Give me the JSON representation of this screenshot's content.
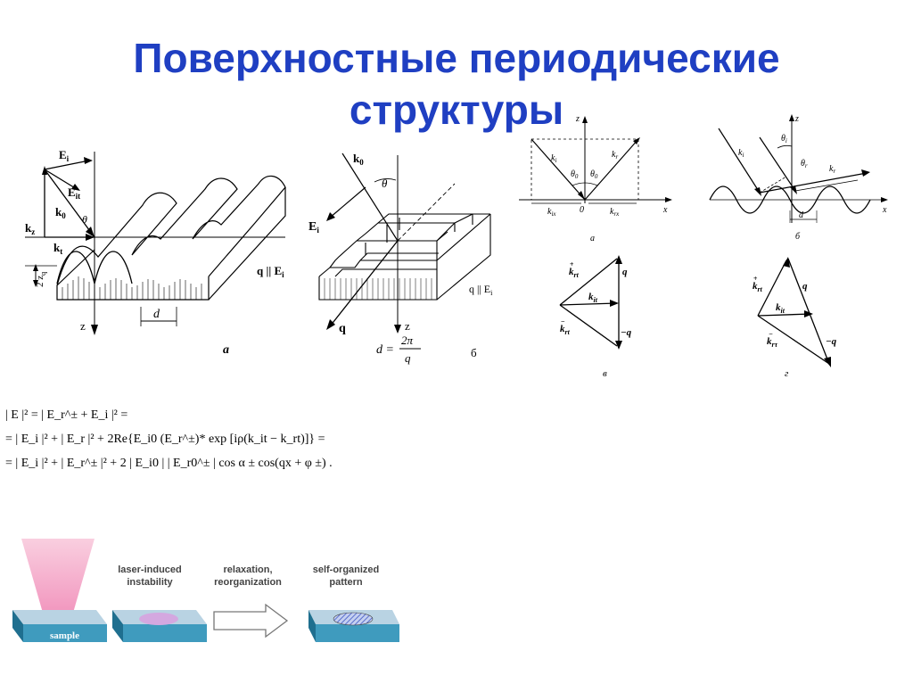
{
  "title": {
    "line1": "Поверхностные периодические",
    "line2": "структуры"
  },
  "fig_left": {
    "labels": {
      "Ei": "E",
      "Ei_sub": "i",
      "Eit": "E",
      "Eit_sub": "it",
      "k0": "k",
      "k0_sub": "0",
      "theta": "θ",
      "kz": "k",
      "kz_sub": "z",
      "kt": "k",
      "kt_sub": "t",
      "two_zq": "2 z",
      "two_zq_sub": "q",
      "q_parallel": "q || E",
      "q_parallel_sub": "i",
      "z": "z",
      "d": "d",
      "alpha": "a"
    }
  },
  "fig_middle": {
    "labels": {
      "k0": "k",
      "k0_sub": "0",
      "theta": "θ",
      "Ei": "E",
      "Ei_sub": "i",
      "q": "q",
      "z": "z",
      "q_parallel": "q || E",
      "q_parallel_sub": "i",
      "d_eq": "d =",
      "two_pi": "2π",
      "q_den": "q",
      "b": "б"
    }
  },
  "fig_top_a": {
    "labels": {
      "z": "z",
      "ki": "k",
      "ki_sub": "i",
      "kr": "k",
      "kr_sub": "r",
      "theta0a": "θ",
      "theta0a_sub": "0",
      "theta0b": "θ",
      "theta0b_sub": "0",
      "kix": "k",
      "kix_sub": "ix",
      "zero": "0",
      "krx": "k",
      "krx_sub": "rx",
      "x": "x",
      "caption": "a"
    }
  },
  "fig_top_b": {
    "labels": {
      "z": "z",
      "ki": "k",
      "ki_sub": "i",
      "theta_i": "θ",
      "theta_i_sub": "i",
      "theta_r": "θ",
      "theta_r_sub": "r",
      "kr": "k",
      "kr_sub": "r",
      "d": "d",
      "x": "x",
      "caption": "б"
    }
  },
  "fig_vec_v": {
    "labels": {
      "krt_plus": "k",
      "krt_plus_sub": "rt",
      "krt_plus_sup": "+",
      "q": "q",
      "kit": "k",
      "kit_sub": "it",
      "krt_minus": "k",
      "krt_minus_sub": "rt",
      "krt_minus_sup": "−",
      "minus_q": "−q",
      "caption": "в"
    }
  },
  "fig_vec_g": {
    "labels": {
      "krt_plus": "k",
      "krt_plus_sub": "rt",
      "krt_plus_sup": "+",
      "q": "q",
      "kit": "k",
      "kit_sub": "it",
      "krt_minus": "k",
      "krt_minus_sub": "rτ",
      "krt_minus_sup": "−",
      "minus_q": "−q",
      "caption": "г"
    }
  },
  "equations": {
    "line1": "| E |² = | E_r^± + E_i |² =",
    "line2": "= | E_i |² + | E_r |² + 2Re{E_i0 (E_r^±)* exp [iρ(k_it − k_rt)]} =",
    "line3": "= | E_i |² + | E_r^± |² + 2 | E_i0 | | E_r0^± | cos α ± cos(qx + φ ±) ."
  },
  "process": {
    "sample": "sample",
    "step1": "laser-induced\ninstability",
    "step2": "relaxation,\nreorganization",
    "step3": "self-organized\npattern",
    "colors": {
      "beam": "#f4a6c6",
      "top": "#b9d3e3",
      "front": "#3f9bbe",
      "side": "#1f6f8f",
      "spot": "#d4a8e0",
      "pattern": "#6a7fd0"
    }
  }
}
